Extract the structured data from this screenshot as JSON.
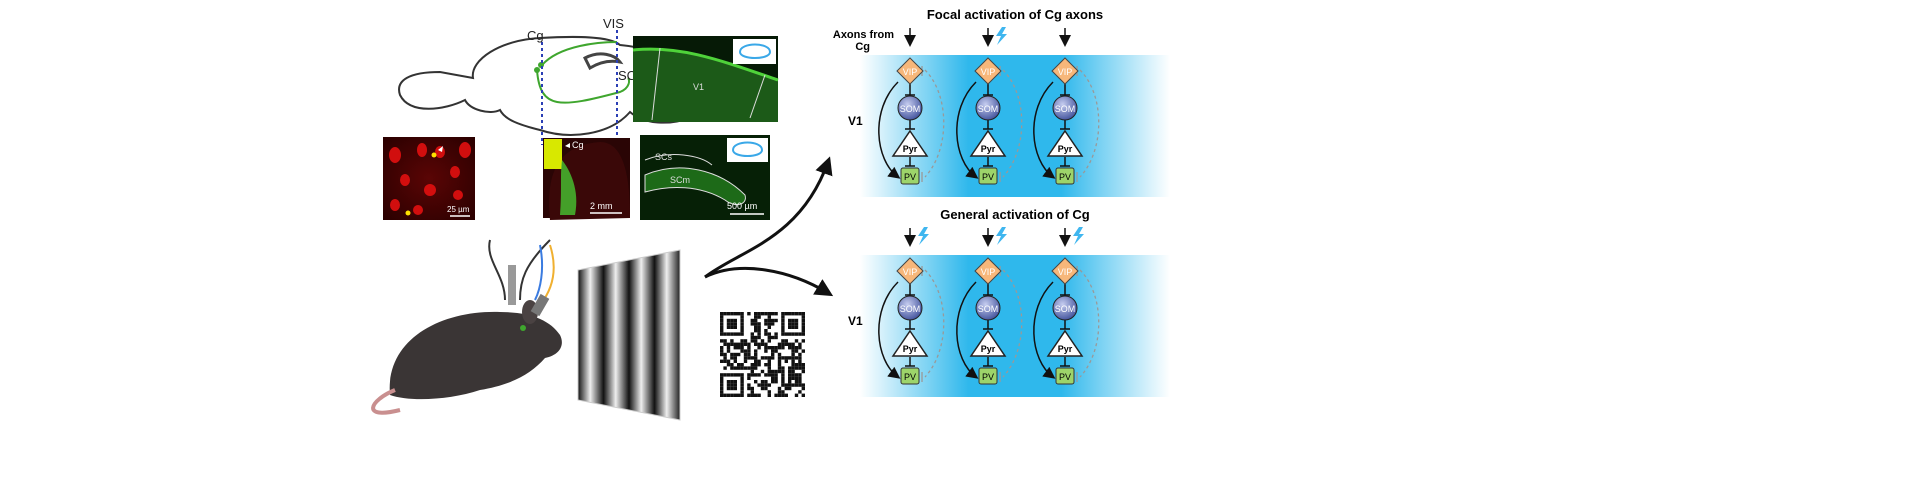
{
  "brain_sketch": {
    "labels": [
      "Cg",
      "VIS",
      "SC"
    ]
  },
  "micrographs": {
    "retrograde": {
      "scale_bar": "25 µm"
    },
    "cg_injection": {
      "label": "Cg",
      "scale_bar": "2 mm"
    },
    "v1_axons": {
      "label": "V1"
    },
    "sc_axons": {
      "labels": [
        "SCs",
        "SCm"
      ],
      "scale_bar": "500 µm"
    }
  },
  "colors": {
    "green": "#3fa62e",
    "blue_bg": "#2fb8ec",
    "vip": "#f7b77a",
    "som": "#5b6fb5",
    "pv": "#9dd46a",
    "bolt": "#3fb6ef"
  },
  "panels": [
    {
      "title": "Focal activation of Cg axons",
      "input_label": "Axons from Cg",
      "region": "V1",
      "columns": [
        {
          "stim": false
        },
        {
          "stim": true
        },
        {
          "stim": false
        }
      ]
    },
    {
      "title": "General activation of Cg",
      "region": "V1",
      "columns": [
        {
          "stim": true
        },
        {
          "stim": true
        },
        {
          "stim": true
        }
      ]
    }
  ],
  "cells": {
    "vip": "VIP",
    "som": "SOM",
    "pyr": "Pyr",
    "pv": "PV"
  }
}
